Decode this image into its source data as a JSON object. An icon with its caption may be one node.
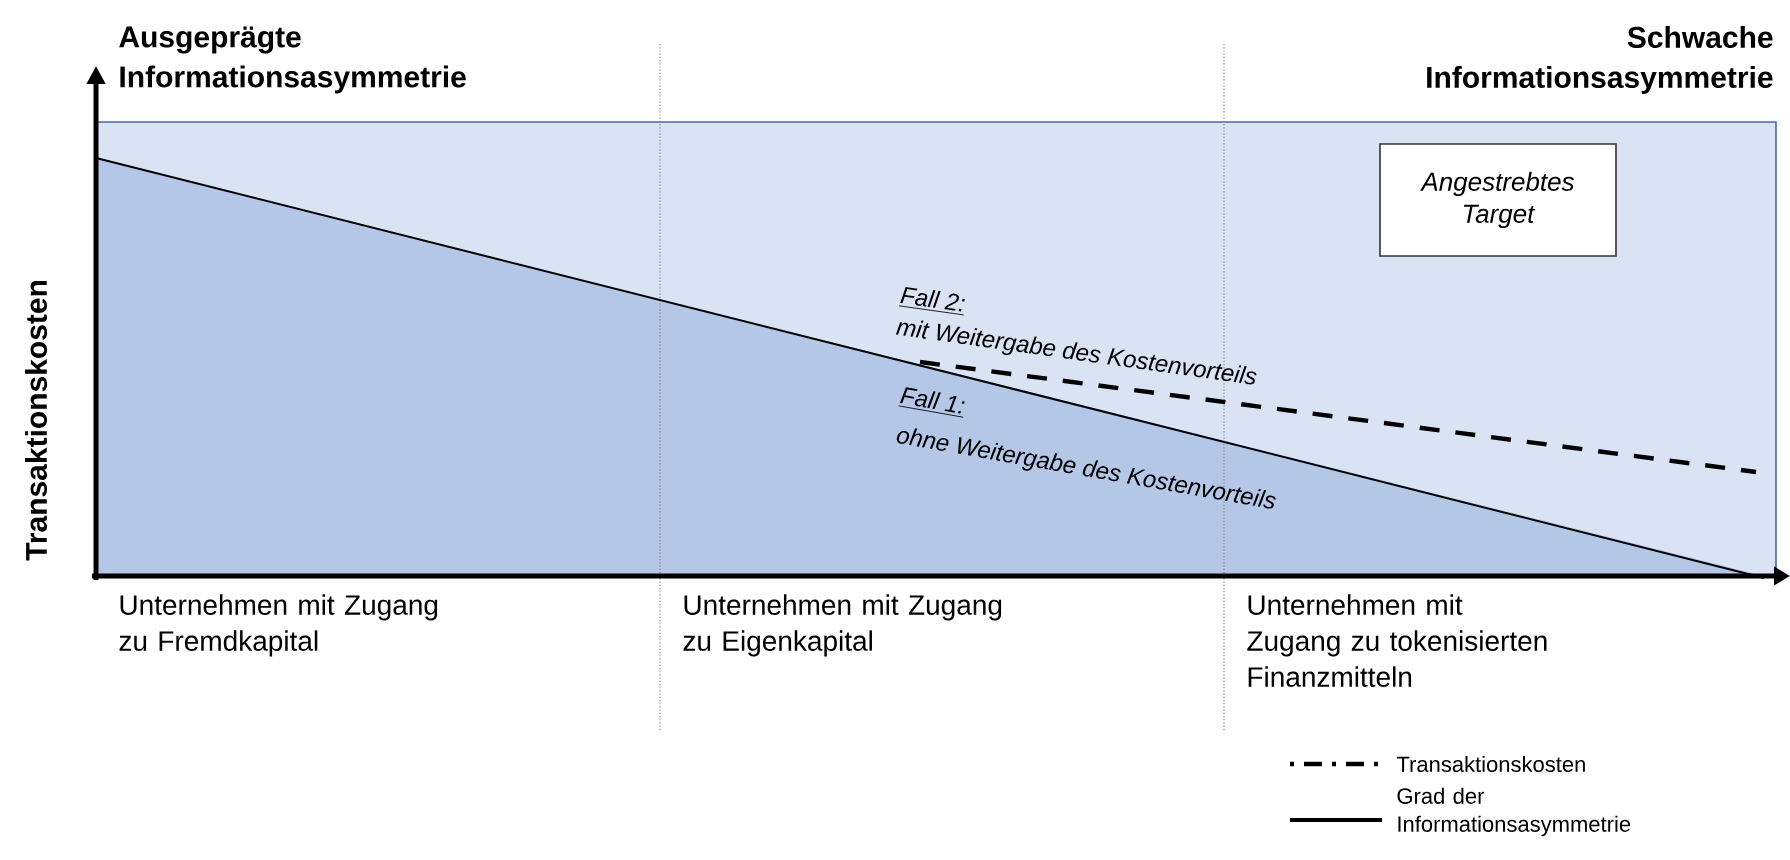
{
  "diagram": {
    "nodes": [
      {
        "text": [
          "Angestrebtes Target"
        ]
      }
    ],
    "labels": [
      "Ausgeprägte Informationsasymmetrie",
      "Schwache Informationsasymmetrie",
      "Transaktionskosten",
      "Fall 2:",
      "mit Weitergabe des Kostenvorteils",
      "Fall 1:",
      "ohne Weitergabe des Kostenvorteils",
      "Unternehmen mit Zugang zu Fremdkapital",
      "Unternehmen mit Zugang zu Eigenkapital",
      "Unternehmen mit Zugang zu tokenisierten Finanzmitteln"
    ],
    "legend": [
      {
        "text": "Transaktionskosten"
      },
      {
        "text": "Grad der Informationsasymmetrie"
      }
    ]
  }
}
